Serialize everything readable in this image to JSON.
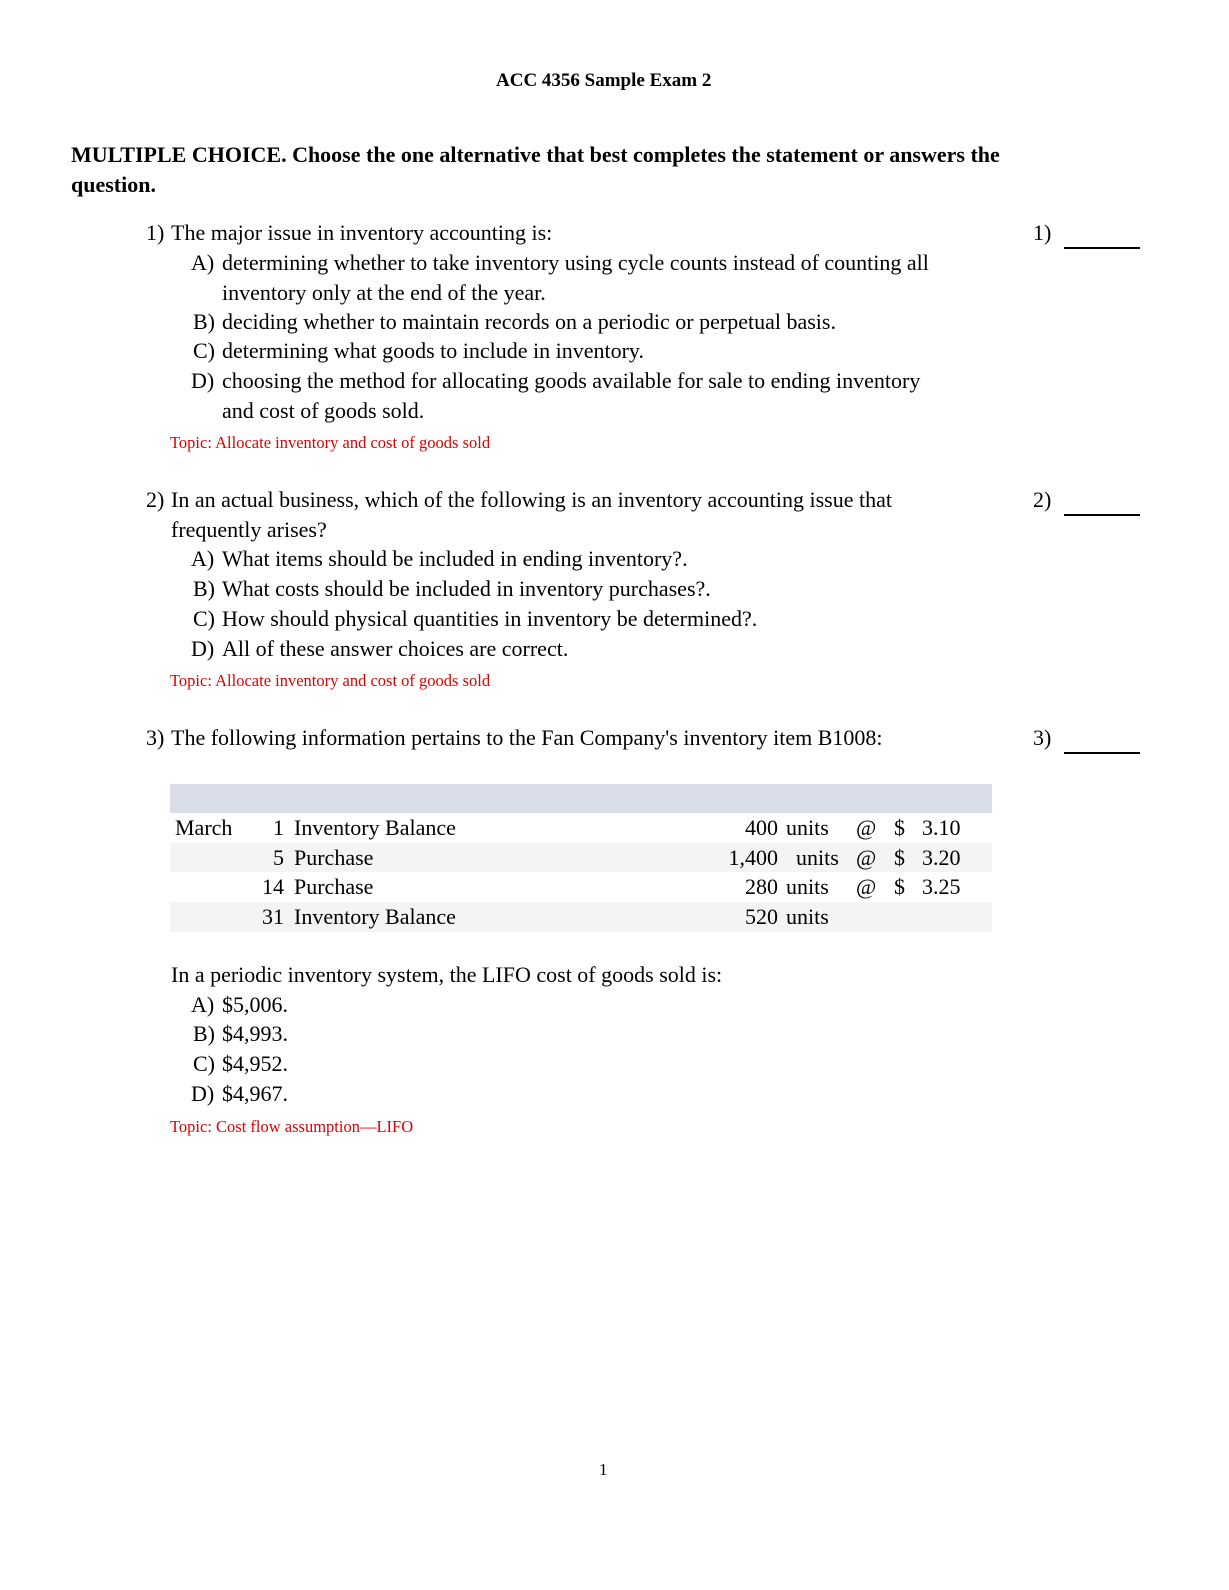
{
  "header": {
    "title": "ACC 4356 Sample Exam 2"
  },
  "instructions": {
    "line1": "MULTIPLE CHOICE.  Choose the one alternative that best completes the statement or answers the",
    "line2": "question."
  },
  "questions": [
    {
      "number": "1)",
      "stem": [
        "The major issue in inventory accounting is:"
      ],
      "choices": [
        [
          "A)",
          "determining whether to take inventory using cycle counts instead of counting all",
          "inventory only at the end of the year."
        ],
        [
          "B)",
          "deciding whether to maintain records on a periodic or perpetual basis."
        ],
        [
          "C)",
          "determining what goods to include in inventory."
        ],
        [
          "D)",
          "choosing the method for allocating goods available for sale to ending inventory",
          "and cost of goods sold."
        ]
      ],
      "topic": "Topic:  Allocate inventory and cost of goods sold",
      "answer_label": "1)"
    },
    {
      "number": "2)",
      "stem": [
        "In an actual business, which of the following is an inventory accounting issue that",
        "frequently arises?"
      ],
      "choices": [
        [
          "A)",
          "What items should be included in ending inventory?."
        ],
        [
          "B)",
          "What costs should be included in inventory purchases?."
        ],
        [
          "C)",
          "How should physical quantities in inventory be determined?."
        ],
        [
          "D)",
          "All of these answer choices are correct."
        ]
      ],
      "topic": "Topic:  Allocate inventory and cost of goods sold",
      "answer_label": "2)"
    },
    {
      "number": "3)",
      "stem": [
        "The following information pertains to the Fan Company's inventory item B1008:"
      ],
      "table": [
        [
          "March",
          "1",
          "Inventory Balance",
          "400",
          "units",
          "@",
          "$",
          "3.10"
        ],
        [
          "",
          "5",
          "Purchase",
          "1,400",
          "units",
          "@",
          "$",
          "3.20"
        ],
        [
          "",
          "14",
          "Purchase",
          "280",
          "units",
          "@",
          "$",
          "3.25"
        ],
        [
          "",
          "31",
          "Inventory Balance",
          "520",
          "units",
          "",
          "",
          ""
        ]
      ],
      "prompt": "In a periodic inventory system, the LIFO cost of goods sold is:",
      "choices": [
        [
          "A)",
          "$5,006."
        ],
        [
          "B)",
          "$4,993."
        ],
        [
          "C)",
          "$4,952."
        ],
        [
          "D)",
          "$4,967."
        ]
      ],
      "topic": "Topic:  Cost flow assumption—LIFO",
      "answer_label": "3)"
    }
  ],
  "footer": {
    "page_number": "1"
  }
}
